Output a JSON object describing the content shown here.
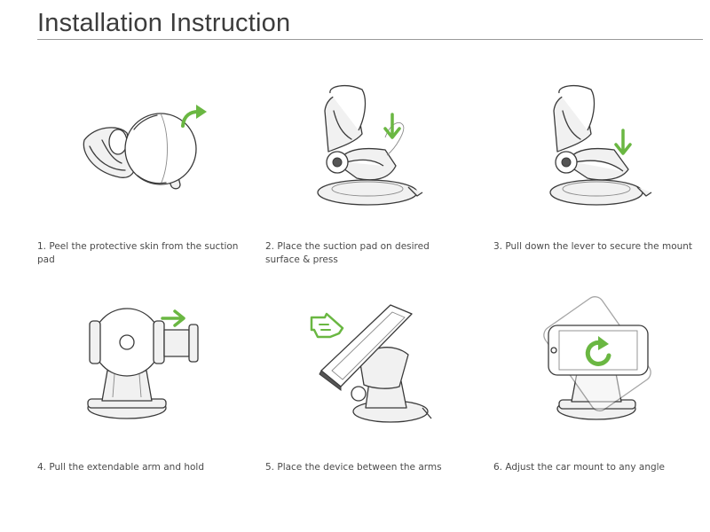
{
  "page": {
    "title": "Installation Instruction"
  },
  "accent_color": "#6ab742",
  "steps": [
    {
      "caption": "1. Peel the protective skin from the suction pad",
      "icon": "arrow-right-curved-icon"
    },
    {
      "caption": "2. Place the suction pad on desired surface & press",
      "icon": "arrow-down-icon"
    },
    {
      "caption": "3. Pull down the lever to secure the mount",
      "icon": "arrow-down-icon"
    },
    {
      "caption": "4. Pull the extendable arm and hold",
      "icon": "arrow-right-icon"
    },
    {
      "caption": "5. Place the device between the arms",
      "icon": "pointing-hand-icon"
    },
    {
      "caption": "6. Adjust the car mount to any angle",
      "icon": "rotate-icon"
    }
  ]
}
